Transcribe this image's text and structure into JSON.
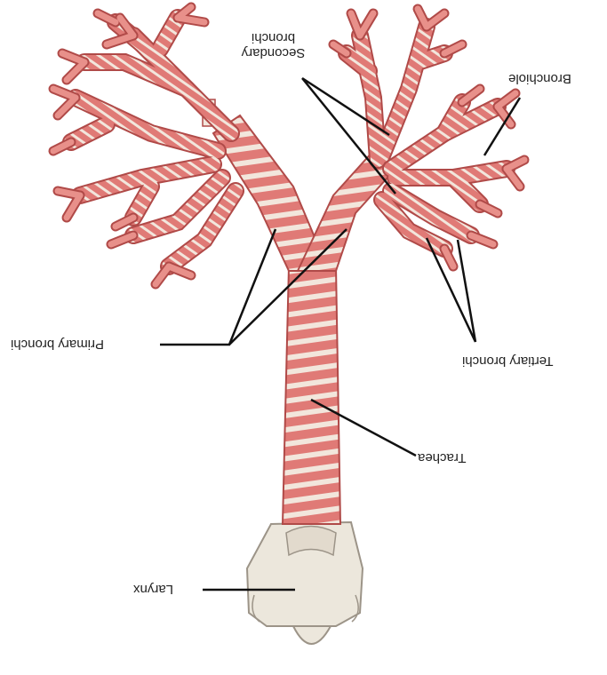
{
  "labels": {
    "secondary_bronchi": "Secondary bronchi",
    "bronchiole": "Bronchiole",
    "primary_bronchi": "Primary bronchi",
    "tertiary_bronchi": "Tertiary bronchi",
    "trachea": "Trachea",
    "larynx": "Larynx"
  },
  "colors": {
    "airway": "#e07a76",
    "cartilage": "#f2e6dc",
    "outline": "#b04a48",
    "larynx": "#ece7dc",
    "leader": "#111111"
  }
}
